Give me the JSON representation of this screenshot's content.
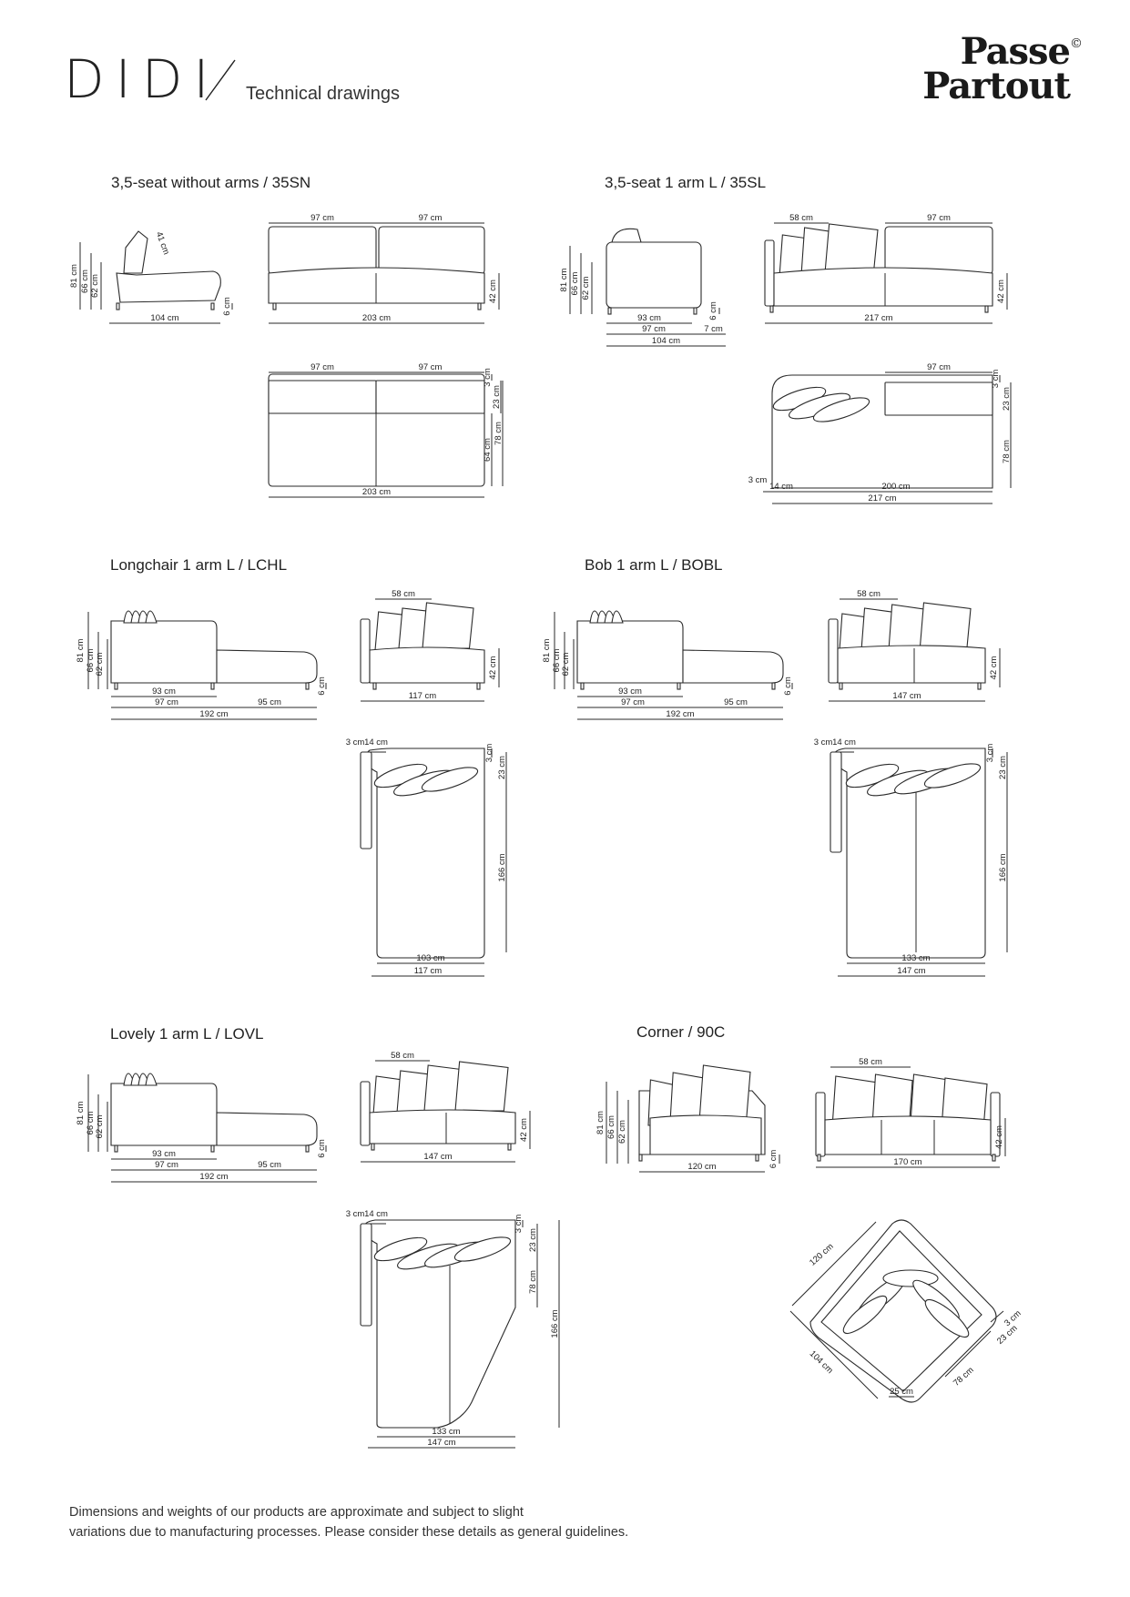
{
  "header": {
    "product_name": "DIDI",
    "subtitle": "Technical drawings",
    "brand_line1": "Passe",
    "brand_line2": "Partout",
    "brand_mark": "©"
  },
  "sections": [
    {
      "name": "3,5-seat without arms / 35SN"
    },
    {
      "name": "3,5-seat 1 arm L / 35SL"
    },
    {
      "name": "Longchair 1 arm L / LCHL"
    },
    {
      "name": "Bob 1 arm L / BOBL"
    },
    {
      "name": "Lovely 1 arm L / LOVL"
    },
    {
      "name": "Corner / 90C"
    }
  ],
  "dimensions": {
    "s1_side": [
      "81 cm",
      "66 cm",
      "62 cm",
      "41 cm",
      "104 cm",
      "6 cm"
    ],
    "s1_front": [
      "97 cm",
      "97 cm",
      "42 cm",
      "203 cm"
    ],
    "s1_top": [
      "97 cm",
      "97 cm",
      "3 cm",
      "23 cm",
      "64 cm",
      "78 cm",
      "203 cm"
    ],
    "s2_side": [
      "81 cm",
      "66 cm",
      "62 cm",
      "93 cm",
      "97 cm",
      "7 cm",
      "104 cm",
      "6 cm"
    ],
    "s2_front": [
      "58 cm",
      "97 cm",
      "42 cm",
      "217 cm"
    ],
    "s2_top": [
      "97 cm",
      "3 cm",
      "23 cm",
      "78 cm",
      "3 cm",
      "14 cm",
      "200 cm",
      "217 cm"
    ],
    "s3_side": [
      "81 cm",
      "66 cm",
      "62 cm",
      "6 cm",
      "93 cm",
      "97 cm",
      "95 cm",
      "192 cm"
    ],
    "s3_front": [
      "58 cm",
      "42 cm",
      "117 cm"
    ],
    "s3_top": [
      "3 cm",
      "14 cm",
      "3 cm",
      "23 cm",
      "166 cm",
      "103 cm",
      "117 cm"
    ],
    "s4_side": [
      "81 cm",
      "66 cm",
      "62 cm",
      "6 cm",
      "93 cm",
      "97 cm",
      "95 cm",
      "192 cm"
    ],
    "s4_front": [
      "58 cm",
      "42 cm",
      "147 cm"
    ],
    "s4_top": [
      "3 cm",
      "14 cm",
      "3 cm",
      "23 cm",
      "166 cm",
      "133 cm",
      "147 cm"
    ],
    "s5_side": [
      "81 cm",
      "66 cm",
      "62 cm",
      "6 cm",
      "93 cm",
      "97 cm",
      "95 cm",
      "192 cm"
    ],
    "s5_front": [
      "58 cm",
      "42 cm",
      "147 cm"
    ],
    "s5_top": [
      "3 cm",
      "14 cm",
      "3 cm",
      "23 cm",
      "78 cm",
      "166 cm",
      "133 cm",
      "147 cm"
    ],
    "s6_side": [
      "81 cm",
      "66 cm",
      "62 cm",
      "120 cm",
      "6 cm"
    ],
    "s6_front": [
      "58 cm",
      "42 cm",
      "170 cm"
    ],
    "s6_top": [
      "120 cm",
      "3 cm",
      "23 cm",
      "104 cm",
      "78 cm",
      "25 cm"
    ]
  },
  "footer": {
    "line1": "Dimensions and weights of our products are approximate and subject to slight",
    "line2": "variations due to manufacturing processes. Please consider these details as general guidelines."
  }
}
